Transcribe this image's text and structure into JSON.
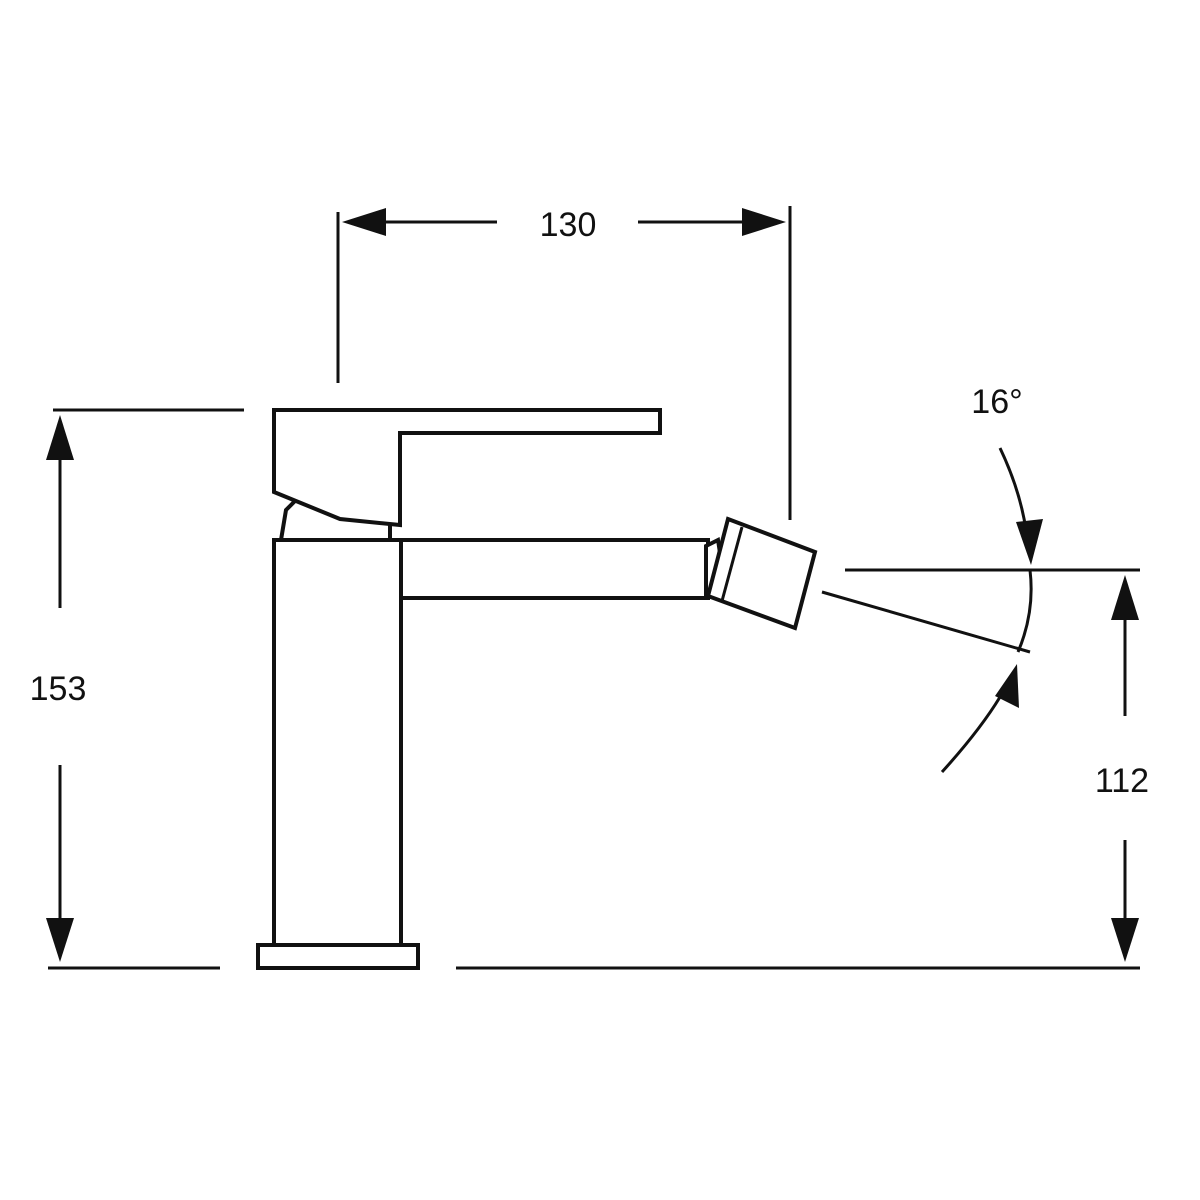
{
  "dimensions": {
    "width_label": "130",
    "total_height_label": "153",
    "spout_height_label": "112",
    "angle_label": "16°"
  }
}
